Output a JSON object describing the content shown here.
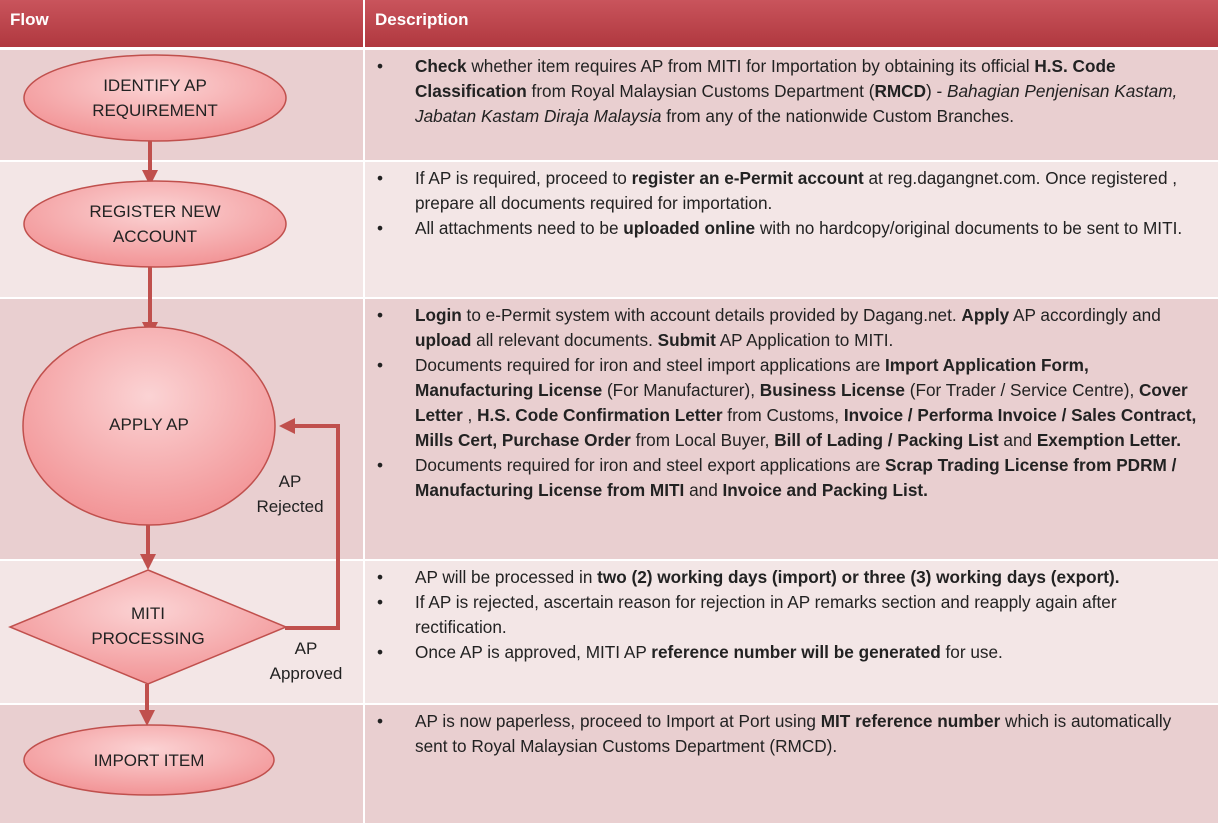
{
  "header": {
    "flow": "Flow",
    "description": "Description"
  },
  "steps": [
    {
      "line1": "IDENTIFY AP",
      "line2": "REQUIREMENT"
    },
    {
      "line1": "REGISTER NEW",
      "line2": "ACCOUNT"
    },
    {
      "line1": "APPLY AP"
    },
    {
      "line1": "MITI",
      "line2": "PROCESSING"
    },
    {
      "line1": "IMPORT ITEM"
    }
  ],
  "labels": {
    "rejected_1": "AP",
    "rejected_2": "Rejected",
    "approved_1": "AP",
    "approved_2": "Approved"
  },
  "desc": {
    "r1": [
      [
        {
          "t": "Check",
          "s": "b"
        },
        {
          "t": " whether item requires AP from MITI for Importation by obtaining its official "
        },
        {
          "t": "H.S. Code Classification",
          "s": "b"
        },
        {
          "t": " from Royal Malaysian Customs Department ("
        },
        {
          "t": "RMCD",
          "s": "b"
        },
        {
          "t": ") - "
        },
        {
          "t": "Bahagian Penjenisan Kastam, Jabatan Kastam Diraja Malaysia",
          "s": "i"
        },
        {
          "t": " from any of the nationwide Custom Branches."
        }
      ]
    ],
    "r2": [
      [
        {
          "t": "If AP is required, proceed to "
        },
        {
          "t": "register an e-Permit account",
          "s": "b"
        },
        {
          "t": " at reg.dagangnet.com. Once registered , prepare all documents required for importation."
        }
      ],
      [
        {
          "t": "All attachments need to be "
        },
        {
          "t": "uploaded online",
          "s": "b"
        },
        {
          "t": " with no hardcopy/original documents to be sent to MITI."
        }
      ]
    ],
    "r3": [
      [
        {
          "t": "Login",
          "s": "b"
        },
        {
          "t": " to e-Permit system with account details provided by Dagang.net. "
        },
        {
          "t": "Apply",
          "s": "b"
        },
        {
          "t": " AP accordingly and "
        },
        {
          "t": "upload",
          "s": "b"
        },
        {
          "t": "  all relevant documents. "
        },
        {
          "t": "Submit",
          "s": "b"
        },
        {
          "t": " AP Application to MITI."
        }
      ],
      [
        {
          "t": "Documents required for iron and steel import applications are "
        },
        {
          "t": "Import Application Form, Manufacturing License",
          "s": "b"
        },
        {
          "t": " (For Manufacturer), "
        },
        {
          "t": "Business License",
          "s": "b"
        },
        {
          "t": " (For Trader / Service Centre), "
        },
        {
          "t": "Cover Letter",
          "s": "b"
        },
        {
          "t": " , "
        },
        {
          "t": "H.S. Code Confirmation Letter",
          "s": "b"
        },
        {
          "t": " from Customs, "
        },
        {
          "t": "Invoice / Performa Invoice / Sales Contract, Mills Cert, Purchase Order",
          "s": "b"
        },
        {
          "t": " from Local Buyer, "
        },
        {
          "t": "Bill of Lading / Packing List",
          "s": "b"
        },
        {
          "t": " and "
        },
        {
          "t": "Exemption Letter.",
          "s": "b"
        }
      ],
      [
        {
          "t": "Documents required for iron and steel  export applications are "
        },
        {
          "t": "Scrap Trading License from PDRM / Manufacturing License from MITI",
          "s": "b"
        },
        {
          "t": " and "
        },
        {
          "t": "Invoice and Packing List.",
          "s": "b"
        }
      ]
    ],
    "r4": [
      [
        {
          "t": "AP will be processed in "
        },
        {
          "t": "two (2) working days (import) or three (3) working days (export).",
          "s": "b"
        }
      ],
      [
        {
          "t": "If AP is rejected, ascertain reason for rejection in AP remarks section and reapply again after rectification."
        }
      ],
      [
        {
          "t": "Once AP is approved, MITI AP "
        },
        {
          "t": "reference number will be generated",
          "s": "b"
        },
        {
          "t": " for use."
        }
      ]
    ],
    "r5": [
      [
        {
          "t": "AP is now paperless, proceed to Import at Port using "
        },
        {
          "t": "MIT reference number",
          "s": "b"
        },
        {
          "t": " which is automatically sent to Royal Malaysian Customs Department (RMCD)."
        }
      ]
    ]
  },
  "colors": {
    "header": "#b94048",
    "row_a": "#e9cfd0",
    "row_b": "#f3e6e6",
    "arrow": "#c0504d",
    "shape_fill": "#f4a6a8",
    "shape_stroke": "#c0504d"
  }
}
